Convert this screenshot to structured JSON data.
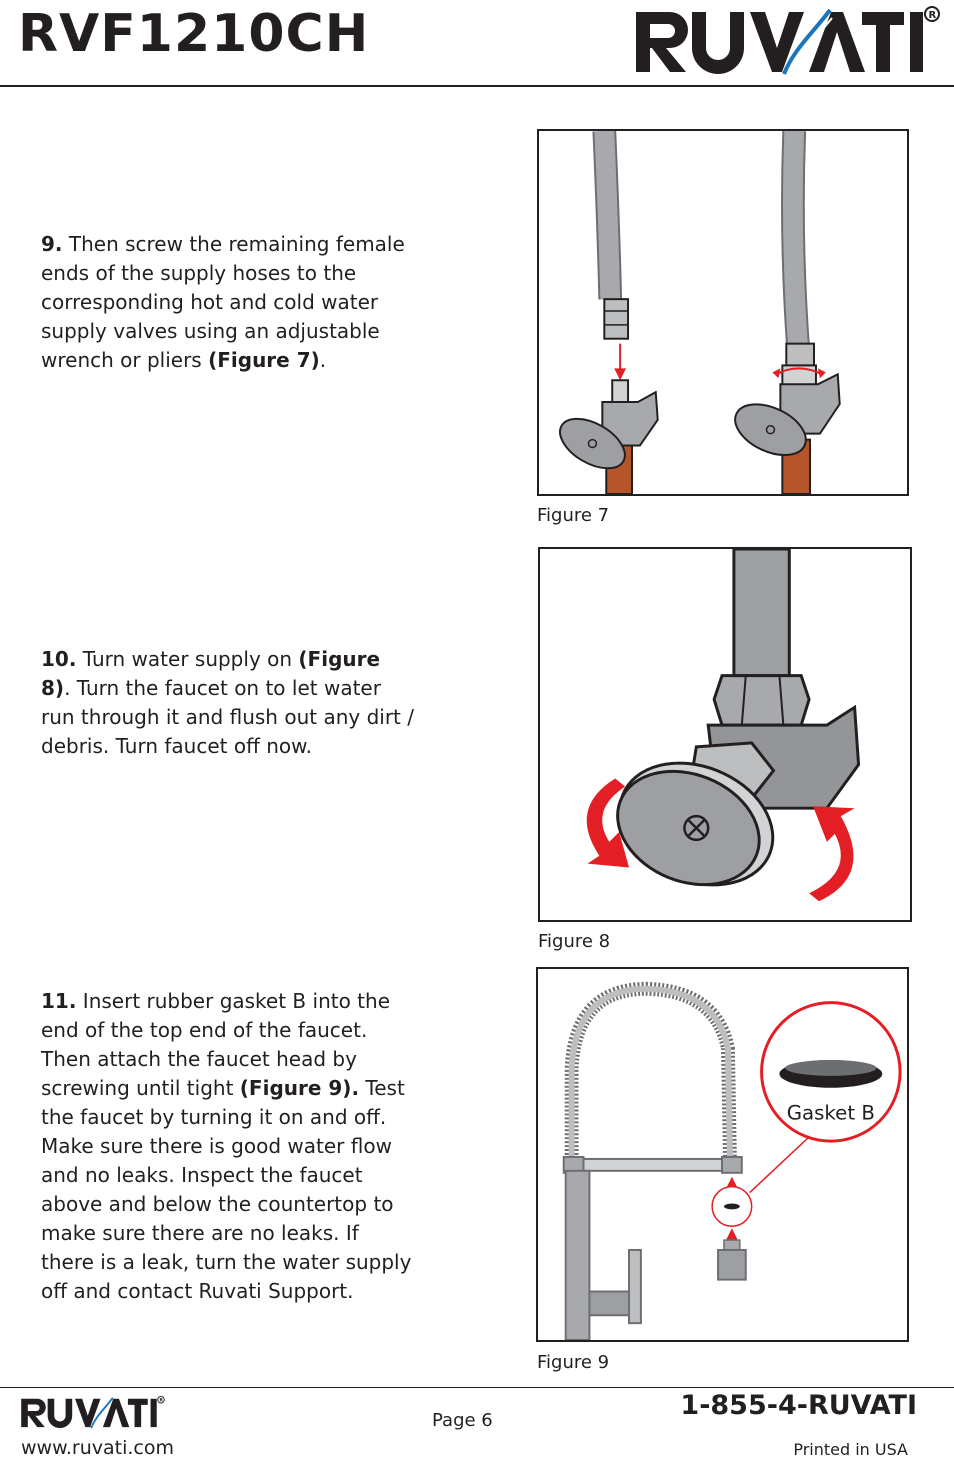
{
  "header": {
    "model": "RVF1210CH",
    "brand": "RUVATI"
  },
  "steps": [
    {
      "number": "9.",
      "parts": [
        {
          "text": " Then screw the remaining female ends of the supply hoses to the corresponding hot and cold water supply valves using an adjustable wrench or pliers ",
          "bold": false
        },
        {
          "text": "(Figure 7)",
          "bold": true
        },
        {
          "text": ".",
          "bold": false
        }
      ]
    },
    {
      "number": "10.",
      "parts": [
        {
          "text": " Turn water supply on ",
          "bold": false
        },
        {
          "text": "(Figure 8)",
          "bold": true
        },
        {
          "text": ". Turn the faucet on to let water run through it and flush out any dirt / debris. Turn faucet off now.",
          "bold": false
        }
      ]
    },
    {
      "number": "11.",
      "parts": [
        {
          "text": " Insert rubber gasket B into the end of the top end of the faucet. Then attach the faucet head by screwing until tight ",
          "bold": false
        },
        {
          "text": "(Figure 9).",
          "bold": true
        },
        {
          "text": " Test the faucet by turning it on and off. Make sure there is good water flow and no leaks. Inspect the faucet above and below the countertop to make sure there are no leaks. If there is a leak, turn the water supply off and contact Ruvati Support.",
          "bold": false
        }
      ]
    }
  ],
  "figures": {
    "fig7_caption": "Figure 7",
    "fig8_caption": "Figure 8",
    "fig9_caption": "Figure 9",
    "gasket_label": "Gasket B"
  },
  "footer": {
    "page": "Page 6",
    "phone": "1-855-4-RUVATI",
    "website": "www.ruvati.com",
    "printed": "Printed in USA"
  },
  "colors": {
    "text": "#231f20",
    "accent_red": "#e31e24",
    "copper": "#b5562a",
    "metal": "#9d9fa2",
    "logo_blue": "#1b75bc"
  }
}
